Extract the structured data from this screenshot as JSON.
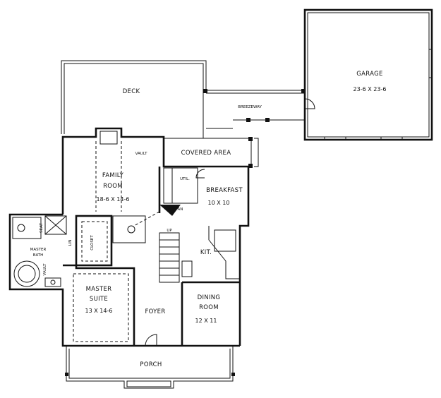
{
  "rooms": {
    "garage": {
      "name": "GARAGE",
      "dims": "23-6 X 23-6"
    },
    "deck": {
      "name": "DECK"
    },
    "breezeway": {
      "name": "BREEZEWAY"
    },
    "covered_area": {
      "name": "COVERED AREA"
    },
    "family_room": {
      "name_line1": "FAMILY",
      "name_line2": "ROOM",
      "dims": "18-6 X 14-6"
    },
    "vault_family": {
      "name": "VAULT"
    },
    "util": {
      "name": "UTIL."
    },
    "breakfast": {
      "name": "BREAKFAST",
      "dims": "10 X 10"
    },
    "pan": {
      "name": "PAN"
    },
    "kitchen": {
      "name": "KIT."
    },
    "up": {
      "name": "UP"
    },
    "dining": {
      "name_line1": "DINING",
      "name_line2": "ROOM",
      "dims": "12 X 11"
    },
    "foyer": {
      "name": "FOYER"
    },
    "porch": {
      "name": "PORCH"
    },
    "master_suite": {
      "name_line1": "MASTER",
      "name_line2": "SUITE",
      "dims": "13 X 14-6"
    },
    "master_bath": {
      "name_line1": "MASTER",
      "name_line2": "BATH"
    },
    "vault_master": {
      "name": "VAULT"
    },
    "closet": {
      "name": "CLOSET"
    },
    "seat": {
      "name": "SEAT"
    },
    "lin": {
      "name": "LIN"
    }
  }
}
